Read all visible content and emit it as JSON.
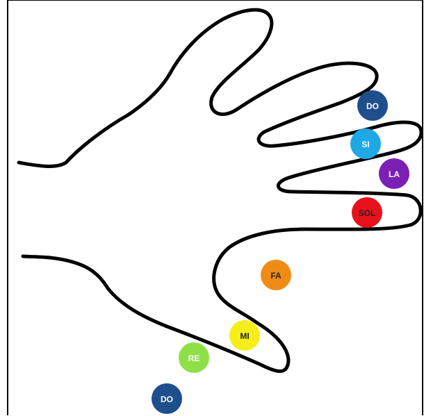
{
  "notes": [
    {
      "label": "DO",
      "color": "#1f4e8c",
      "text_color": "#ffffff"
    },
    {
      "label": "SI",
      "color": "#1fa8e6",
      "text_color": "#ffffff"
    },
    {
      "label": "LA",
      "color": "#7b1fb5",
      "text_color": "#ffffff"
    },
    {
      "label": "SOL",
      "color": "#e8101a",
      "text_color": "#222222"
    },
    {
      "label": "FA",
      "color": "#f08c16",
      "text_color": "#222222"
    },
    {
      "label": "MI",
      "color": "#f5ee1a",
      "text_color": "#222222"
    },
    {
      "label": "RE",
      "color": "#8fe048",
      "text_color": "#ffffff"
    },
    {
      "label": "DO",
      "color": "#1f4e8c",
      "text_color": "#ffffff"
    }
  ],
  "hand": {
    "outline_color": "#000000"
  }
}
